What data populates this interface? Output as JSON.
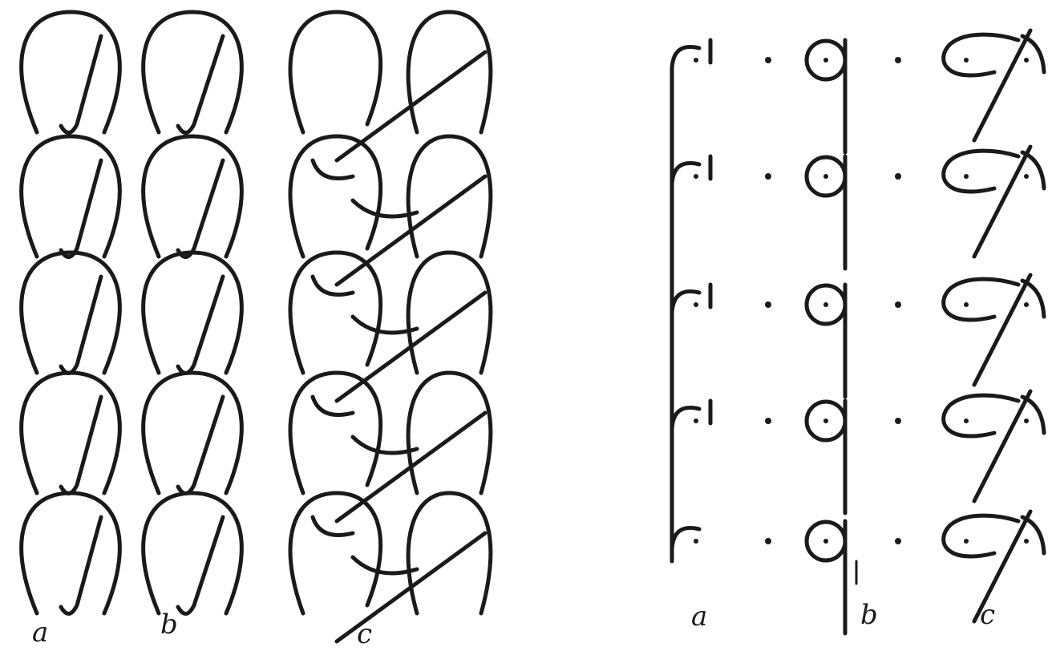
{
  "figure": {
    "left_panel": {
      "labels": [
        "a",
        "b",
        "c"
      ]
    },
    "right_panel": {
      "labels": [
        "a",
        "b",
        "c"
      ]
    },
    "colors": {
      "ink": "#1a1a1a",
      "paper": "#ffffff"
    }
  }
}
